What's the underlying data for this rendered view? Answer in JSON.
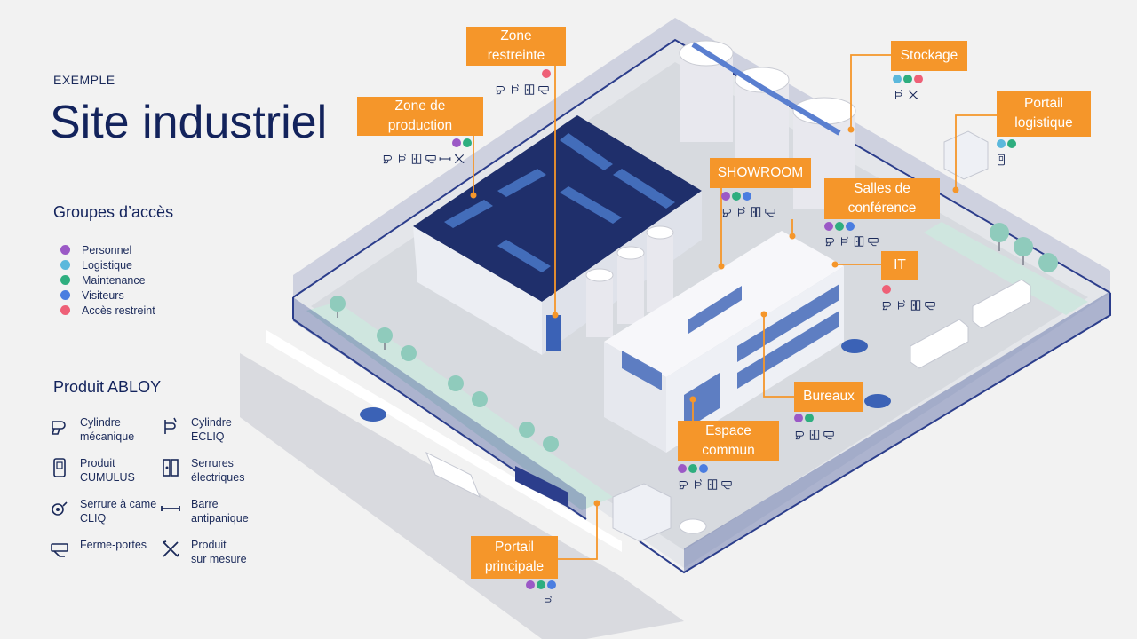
{
  "header": {
    "eyebrow": "EXEMPLE",
    "title": "Site industriel"
  },
  "groups": {
    "title": "Groupes d’accès",
    "items": [
      {
        "label": "Personnel",
        "color": "#9b59c6"
      },
      {
        "label": "Logistique",
        "color": "#5bb8dc"
      },
      {
        "label": "Maintenance",
        "color": "#2eae7f"
      },
      {
        "label": "Visiteurs",
        "color": "#4a7de0"
      },
      {
        "label": "Accès restreint",
        "color": "#ee6077"
      }
    ]
  },
  "products": {
    "title": "Produit ABLOY",
    "items": [
      {
        "label": "Cylindre\nmécanique",
        "icon": "mechanical-cylinder-icon"
      },
      {
        "label": "Cylindre\nECLIQ",
        "icon": "ecliq-cylinder-icon"
      },
      {
        "label": "Produit\nCUMULUS",
        "icon": "cumulus-icon"
      },
      {
        "label": "Serrures\nélectriques",
        "icon": "electric-lock-icon"
      },
      {
        "label": "Serrure à came\nCLIQ",
        "icon": "cam-lock-icon"
      },
      {
        "label": "Barre\nantipanique",
        "icon": "panic-bar-icon"
      },
      {
        "label": "Ferme-portes",
        "icon": "door-closer-icon"
      },
      {
        "label": "Produit\nsur mesure",
        "icon": "custom-product-icon"
      }
    ]
  },
  "zones": [
    {
      "id": "zone-restreinte",
      "label": "Zone\nrestreinte",
      "groups": [
        "Accès restreint"
      ],
      "products": [
        "mechanical-cylinder-icon",
        "ecliq-cylinder-icon",
        "electric-lock-icon",
        "door-closer-icon"
      ]
    },
    {
      "id": "zone-production",
      "label": "Zone de\nproduction",
      "groups": [
        "Personnel",
        "Maintenance"
      ],
      "products": [
        "mechanical-cylinder-icon",
        "ecliq-cylinder-icon",
        "electric-lock-icon",
        "door-closer-icon",
        "panic-bar-icon",
        "custom-product-icon"
      ]
    },
    {
      "id": "stockage",
      "label": "Stockage",
      "groups": [
        "Logistique",
        "Maintenance",
        "Accès restreint"
      ],
      "products": [
        "ecliq-cylinder-icon",
        "custom-product-icon"
      ]
    },
    {
      "id": "portail-logistique",
      "label": "Portail\nlogistique",
      "groups": [
        "Logistique",
        "Maintenance"
      ],
      "products": [
        "cumulus-icon"
      ]
    },
    {
      "id": "showroom",
      "label": "SHOWROOM",
      "groups": [
        "Personnel",
        "Maintenance",
        "Visiteurs"
      ],
      "products": [
        "mechanical-cylinder-icon",
        "ecliq-cylinder-icon",
        "electric-lock-icon",
        "door-closer-icon"
      ]
    },
    {
      "id": "salles-conference",
      "label": "Salles de\nconférence",
      "groups": [
        "Personnel",
        "Maintenance",
        "Visiteurs"
      ],
      "products": [
        "mechanical-cylinder-icon",
        "ecliq-cylinder-icon",
        "electric-lock-icon",
        "door-closer-icon"
      ]
    },
    {
      "id": "it",
      "label": "IT",
      "groups": [
        "Accès restreint"
      ],
      "products": [
        "mechanical-cylinder-icon",
        "ecliq-cylinder-icon",
        "electric-lock-icon",
        "door-closer-icon"
      ]
    },
    {
      "id": "bureaux",
      "label": "Bureaux",
      "groups": [
        "Personnel",
        "Maintenance"
      ],
      "products": [
        "mechanical-cylinder-icon",
        "electric-lock-icon",
        "door-closer-icon"
      ]
    },
    {
      "id": "espace-commun",
      "label": "Espace\ncommun",
      "groups": [
        "Personnel",
        "Maintenance",
        "Visiteurs"
      ],
      "products": [
        "mechanical-cylinder-icon",
        "ecliq-cylinder-icon",
        "electric-lock-icon",
        "door-closer-icon"
      ]
    },
    {
      "id": "portail-principal",
      "label": "Portail\nprincipale",
      "groups": [
        "Personnel",
        "Maintenance",
        "Visiteurs"
      ],
      "products": [
        "ecliq-cylinder-icon"
      ]
    }
  ],
  "colors": {
    "callout": "#f5962a",
    "title": "#13235c",
    "fence": "#2c3e8c",
    "roof": "#1f2f6b"
  }
}
